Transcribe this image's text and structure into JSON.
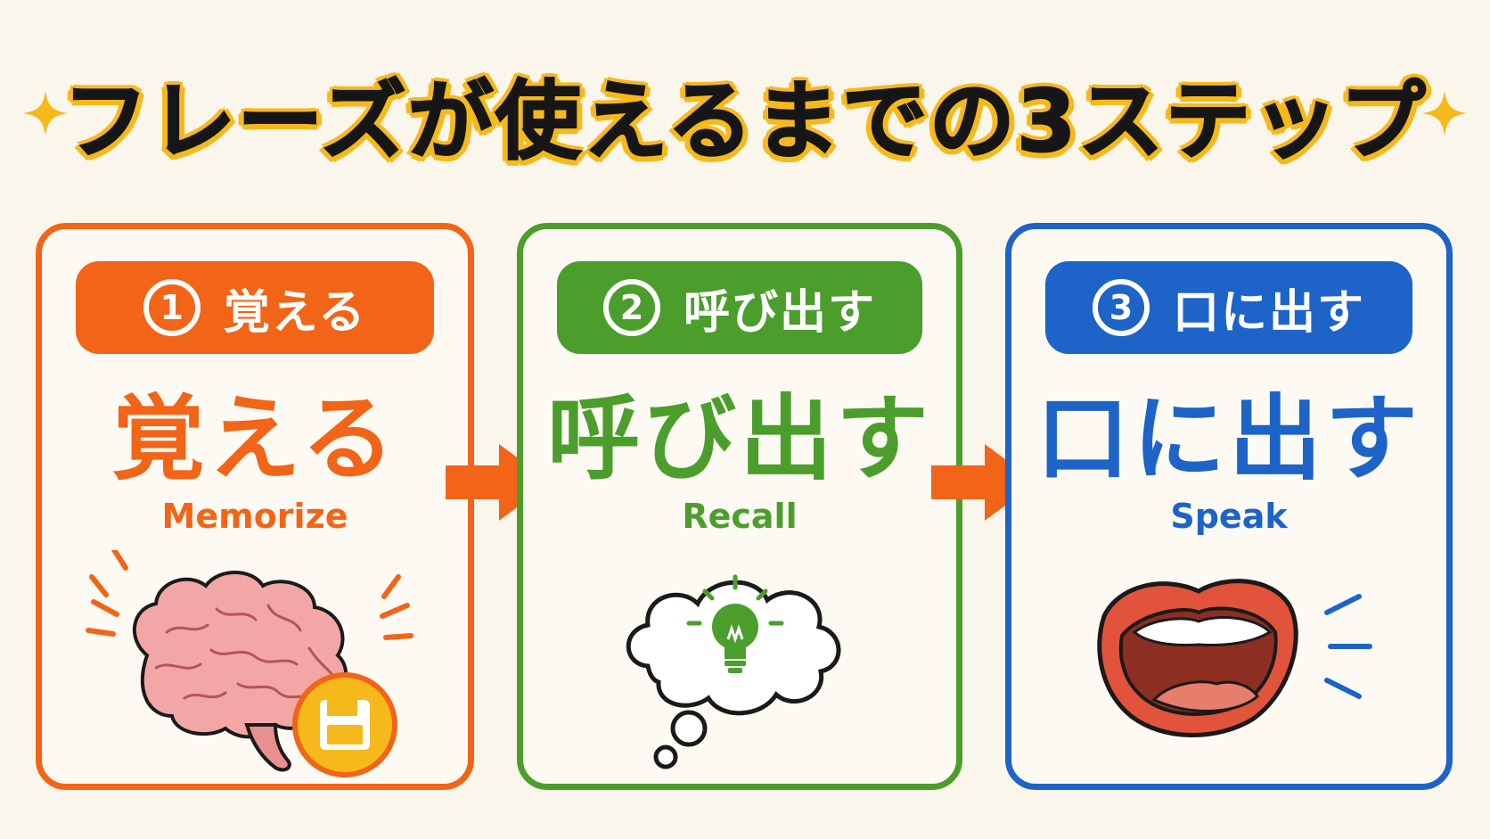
{
  "title": "フレーズが使えるまでの3ステップ",
  "colors": {
    "step1": "#f26417",
    "step2": "#4b9e2c",
    "step3": "#1d63c8",
    "title_outline": "#f6b91b",
    "background": "#fbf6ec"
  },
  "steps": [
    {
      "number": "1",
      "label": "覚える",
      "heading": "覚える",
      "english": "Memorize",
      "icon": "brain-with-save-icon"
    },
    {
      "number": "2",
      "label": "呼び出す",
      "heading": "呼び出す",
      "english": "Recall",
      "icon": "thought-bubble-lightbulb-icon"
    },
    {
      "number": "3",
      "label": "口に出す",
      "heading": "口に出す",
      "english": "Speak",
      "icon": "open-mouth-icon"
    }
  ],
  "arrows": [
    "arrow-right-icon",
    "arrow-right-icon"
  ]
}
